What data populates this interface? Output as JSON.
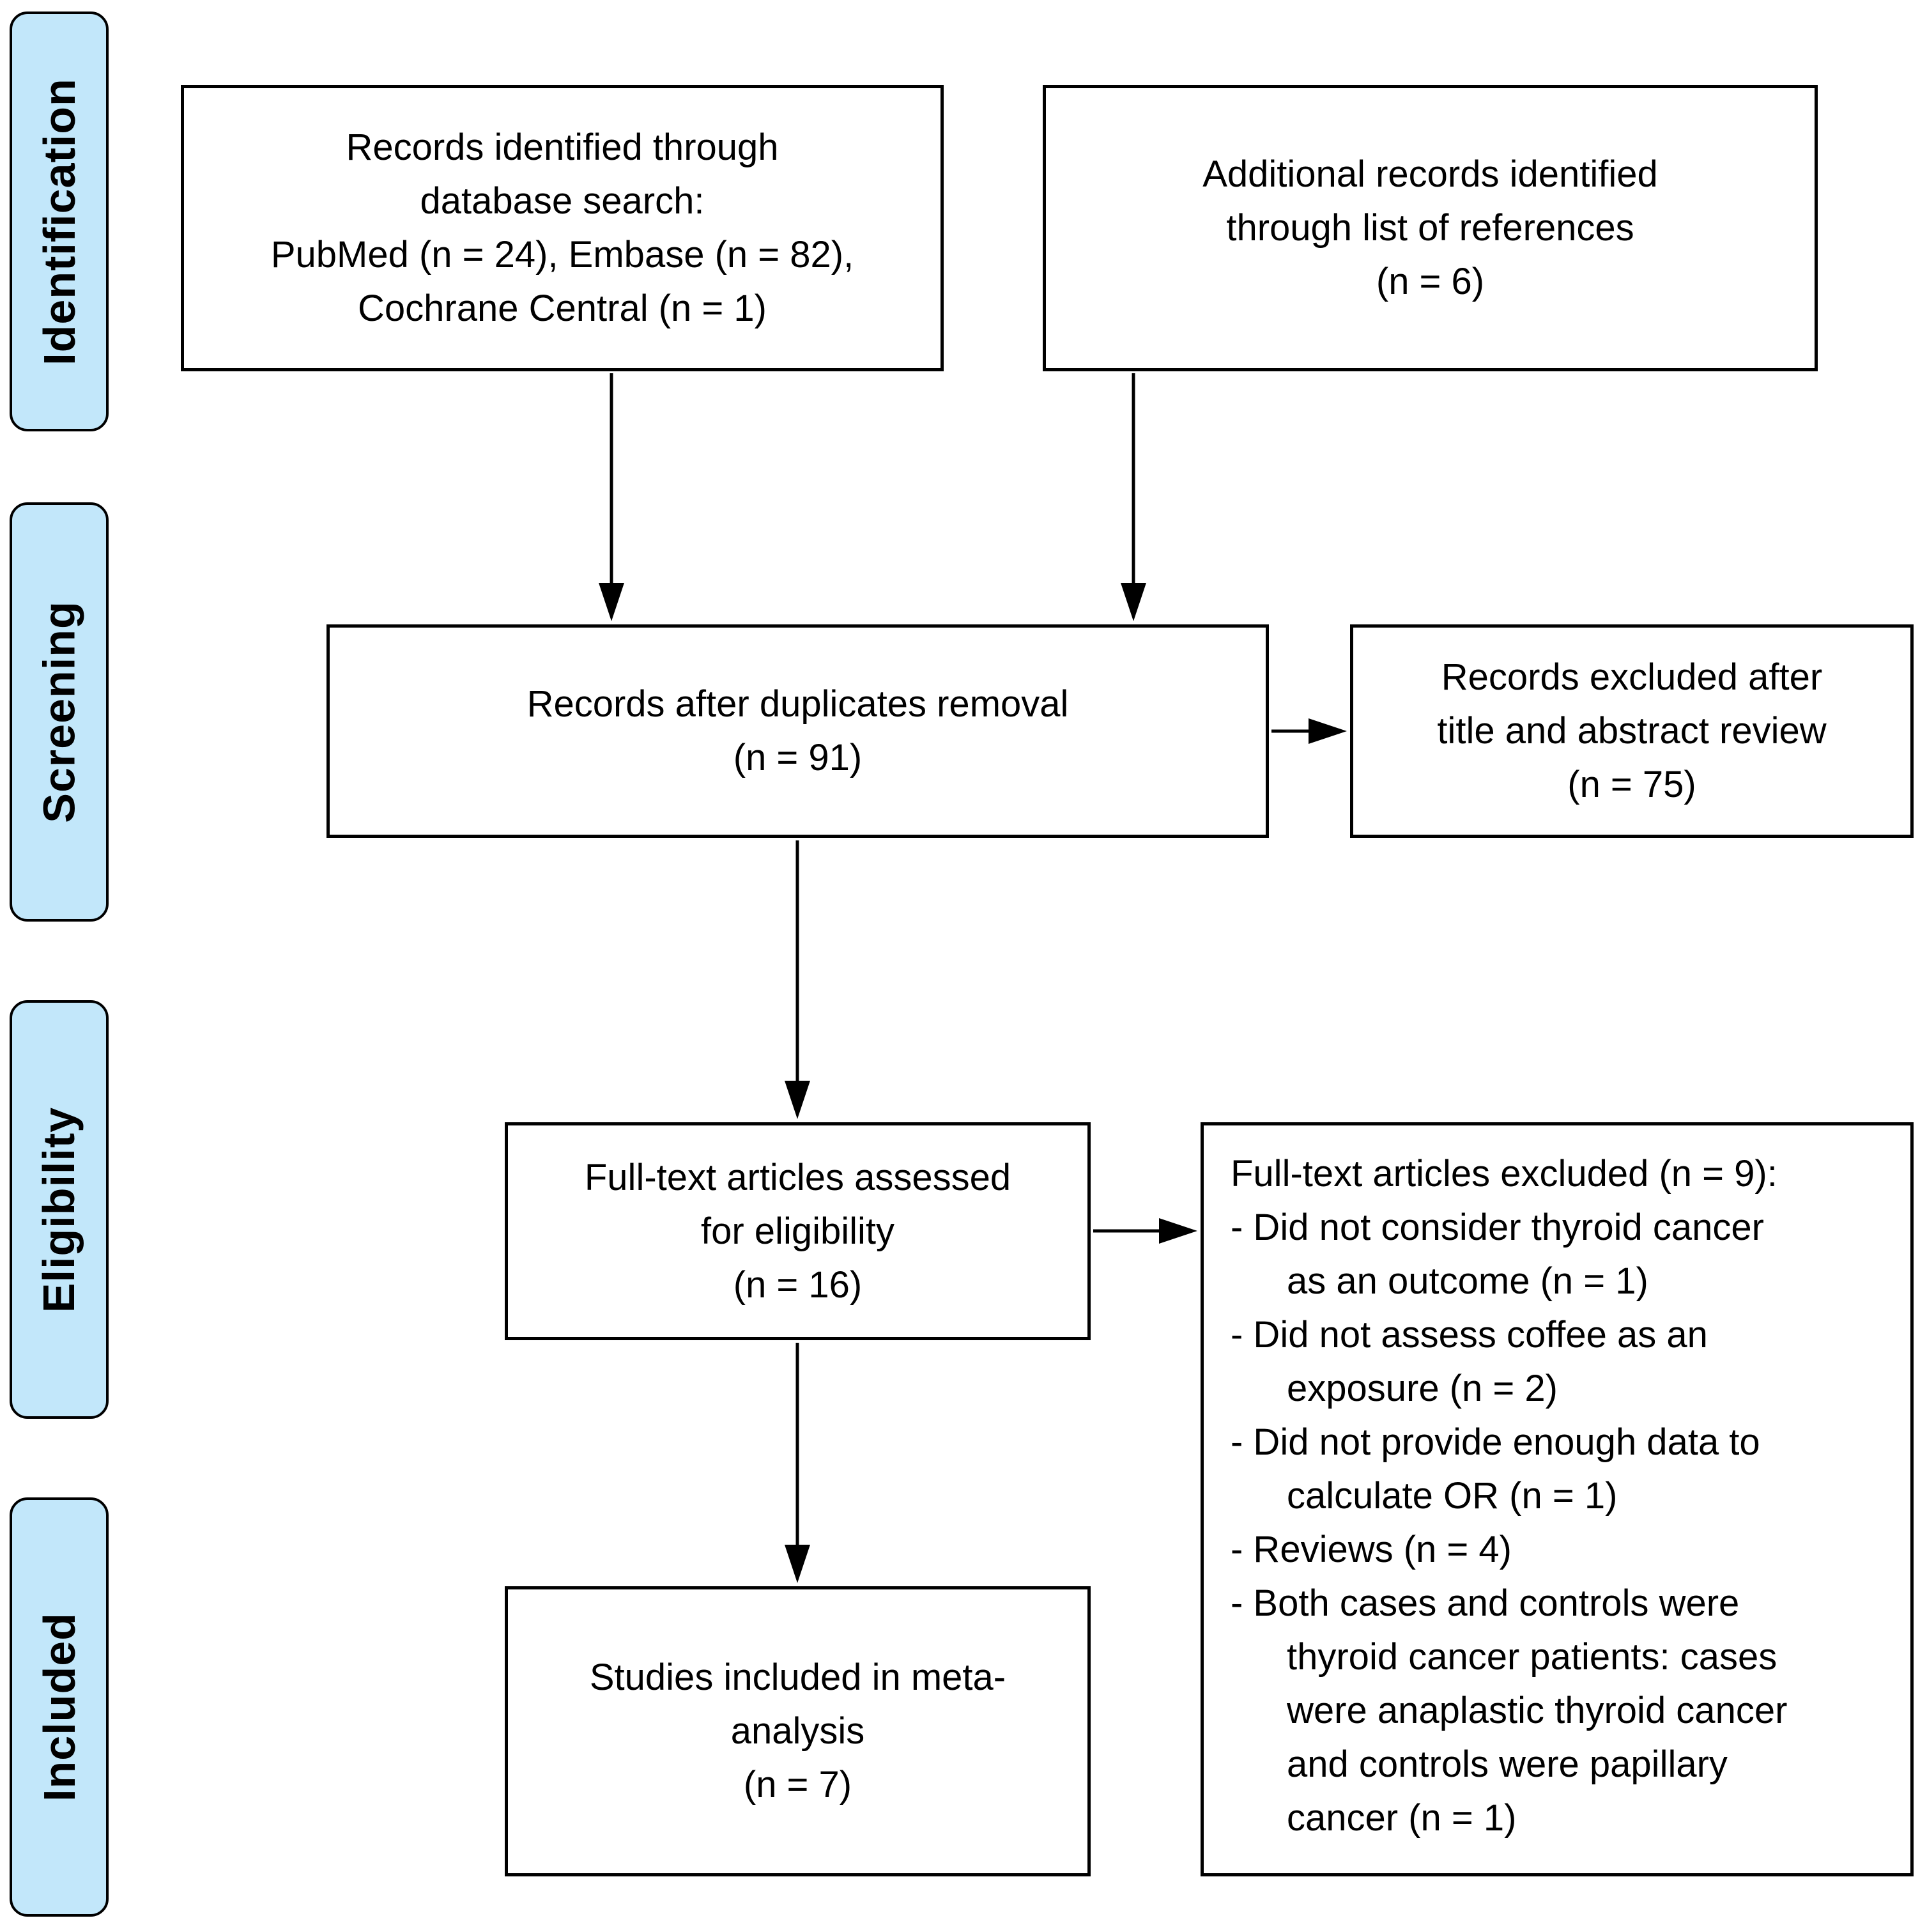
{
  "diagram": {
    "type": "prisma-flowchart",
    "colors": {
      "stage_fill": "#c2e7fa",
      "border": "#000000",
      "background": "#ffffff"
    },
    "sidebar": {
      "stages": [
        {
          "label": "Identification"
        },
        {
          "label": "Screening"
        },
        {
          "label": "Eligibility"
        },
        {
          "label": "Included"
        }
      ]
    },
    "boxes": {
      "identified": {
        "text": "Records identified through\ndatabase search:\nPubMed (n = 24), Embase (n = 82),\nCochrane Central (n = 1)"
      },
      "additional": {
        "text": "Additional records identified\nthrough list of references\n(n = 6)"
      },
      "deduplicated": {
        "text": "Records after duplicates removal\n(n = 91)"
      },
      "excluded_screening": {
        "text": "Records excluded after\ntitle and abstract review\n(n = 75)"
      },
      "fulltext_assessed": {
        "text": "Full-text articles assessed\nfor eligibility\n(n = 16)"
      },
      "fulltext_excluded": {
        "title": "Full-text articles excluded (n = 9):",
        "items": [
          "- Did not consider thyroid cancer\nas an outcome (n = 1)",
          "- Did not assess coffee as an\nexposure (n = 2)",
          "- Did not provide enough data to\ncalculate OR (n = 1)",
          "- Reviews (n = 4)",
          "- Both cases and controls were\nthyroid cancer patients: cases\nwere anaplastic thyroid cancer\nand controls were papillary\ncancer (n = 1)"
        ]
      },
      "included_meta": {
        "text": "Studies included in meta-\nanalysis\n(n = 7)"
      }
    }
  }
}
